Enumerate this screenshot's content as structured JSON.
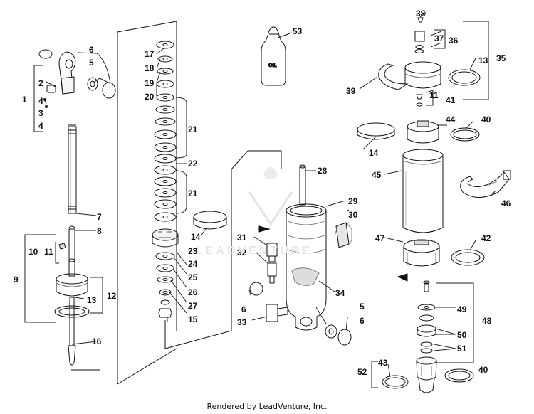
{
  "callouts": {
    "c1": "1",
    "c2": "2",
    "c3": "3",
    "c4a": "4",
    "c4b": "4",
    "c5a": "5",
    "c5b": "5",
    "c6a": "6",
    "c6b": "6",
    "c6c": "6",
    "c7": "7",
    "c8": "8",
    "c9": "9",
    "c10": "10",
    "c11a": "11",
    "c11b": "11",
    "c12": "12",
    "c13a": "13",
    "c13b": "13",
    "c14a": "14",
    "c14b": "14",
    "c15": "15",
    "c16": "16",
    "c17": "17",
    "c18": "18",
    "c19": "19",
    "c20": "20",
    "c21a": "21",
    "c21b": "21",
    "c22": "22",
    "c23": "23",
    "c24": "24",
    "c25": "25",
    "c26": "26",
    "c27": "27",
    "c28": "28",
    "c29": "29",
    "c30": "30",
    "c31": "31",
    "c32": "32",
    "c33": "33",
    "c34": "34",
    "c35": "35",
    "c36": "36",
    "c37": "37",
    "c38": "38",
    "c39": "39",
    "c40a": "40",
    "c40b": "40",
    "c41": "41",
    "c42": "42",
    "c43": "43",
    "c44": "44",
    "c45": "45",
    "c46": "46",
    "c47": "47",
    "c48": "48",
    "c49": "49",
    "c50": "50",
    "c51": "51",
    "c52": "52",
    "c53": "53"
  },
  "oil_label": "OIL",
  "watermark": "LEADVENTURE",
  "footer": "Rendered by LeadVenture, Inc."
}
